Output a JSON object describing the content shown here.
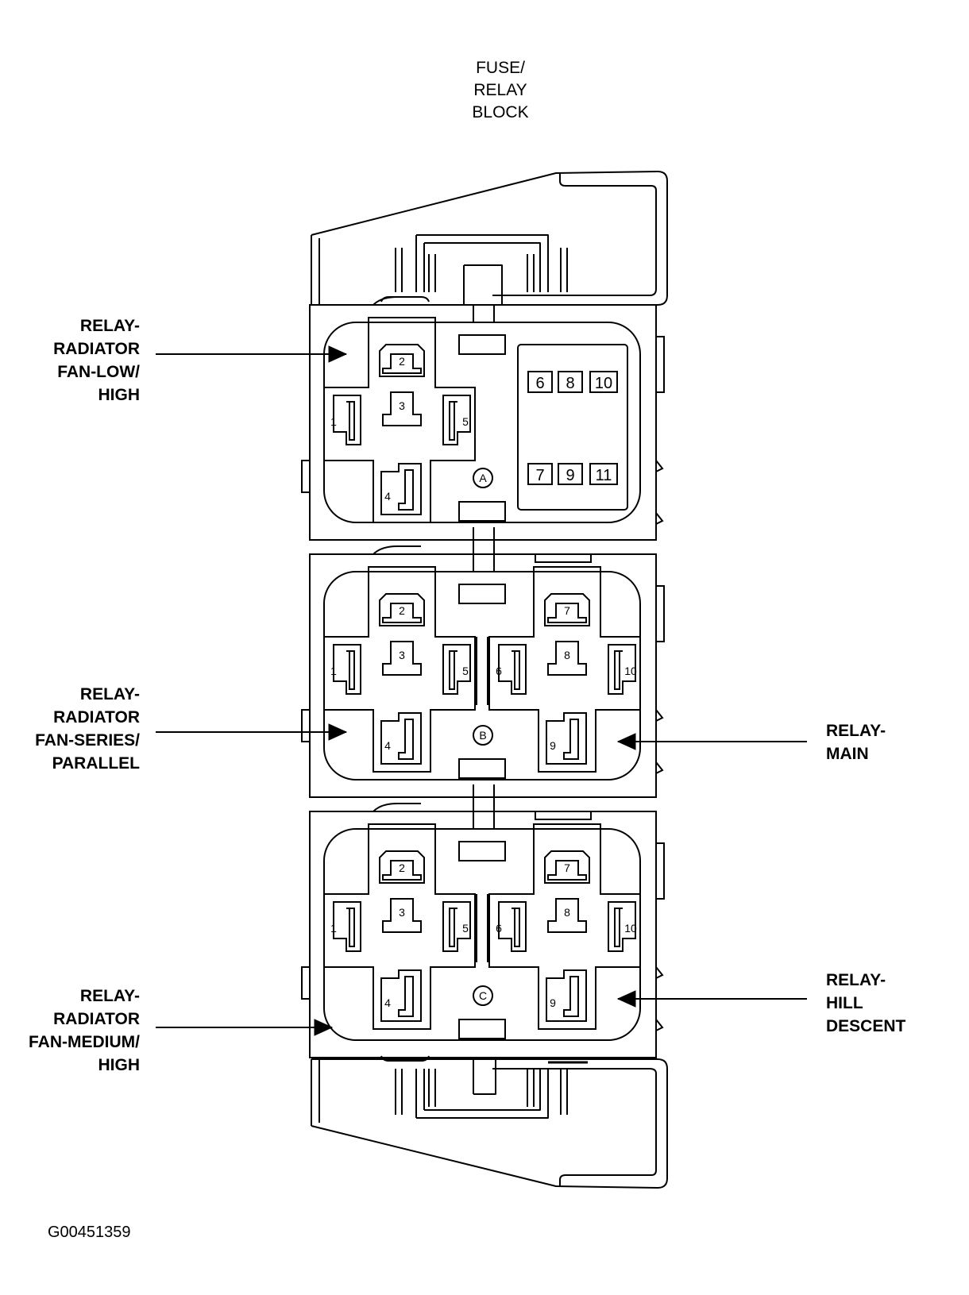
{
  "title": {
    "line1": "FUSE/",
    "line2": "RELAY BLOCK"
  },
  "callouts": {
    "fan_low_high": [
      "RELAY-",
      "RADIATOR",
      "FAN-LOW/",
      "HIGH"
    ],
    "fan_series_parallel": [
      "RELAY-",
      "RADIATOR",
      "FAN-SERIES/",
      "PARALLEL"
    ],
    "fan_medium_high": [
      "RELAY-",
      "RADIATOR",
      "FAN-MEDIUM/",
      "HIGH"
    ],
    "main": [
      "RELAY-",
      "MAIN"
    ],
    "hill_descent": [
      "RELAY-",
      "HILL",
      "DESCENT"
    ]
  },
  "relays": [
    {
      "letter": "A",
      "pins": [
        "1",
        "2",
        "3",
        "4",
        "5"
      ],
      "fuse_cavities": [
        "6",
        "8",
        "10",
        "7",
        "9",
        "11"
      ]
    },
    {
      "letter": "B",
      "pins": [
        "1",
        "2",
        "3",
        "4",
        "5",
        "6",
        "7",
        "8",
        "9",
        "10"
      ]
    },
    {
      "letter": "C",
      "pins": [
        "1",
        "2",
        "3",
        "4",
        "5",
        "6",
        "7",
        "8",
        "9",
        "10"
      ]
    }
  ],
  "figure_code": "G00451359"
}
